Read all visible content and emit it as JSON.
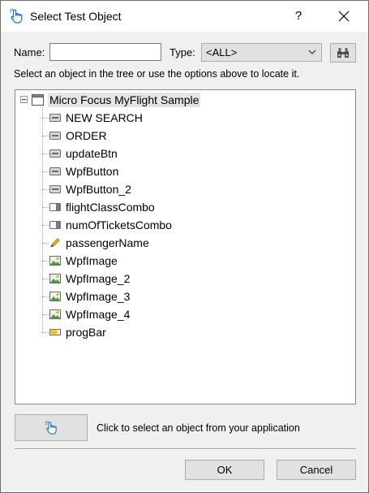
{
  "window": {
    "title": "Select Test Object",
    "help_label": "?"
  },
  "filters": {
    "name_label": "Name:",
    "name_value": "",
    "type_label": "Type:",
    "type_value": "<ALL>"
  },
  "instructions": "Select an object in the tree or use the options above to locate it.",
  "tree": {
    "root_label": "Micro Focus MyFlight Sample",
    "items": [
      {
        "label": "NEW SEARCH",
        "icon": "button-icon"
      },
      {
        "label": "ORDER",
        "icon": "button-icon"
      },
      {
        "label": "updateBtn",
        "icon": "button-icon"
      },
      {
        "label": "WpfButton",
        "icon": "button-icon"
      },
      {
        "label": "WpfButton_2",
        "icon": "button-icon"
      },
      {
        "label": "flightClassCombo",
        "icon": "combobox-icon"
      },
      {
        "label": "numOfTicketsCombo",
        "icon": "combobox-icon"
      },
      {
        "label": "passengerName",
        "icon": "pencil-icon"
      },
      {
        "label": "WpfImage",
        "icon": "image-icon"
      },
      {
        "label": "WpfImage_2",
        "icon": "image-icon"
      },
      {
        "label": "WpfImage_3",
        "icon": "image-icon"
      },
      {
        "label": "WpfImage_4",
        "icon": "image-icon"
      },
      {
        "label": "progBar",
        "icon": "progressbar-icon"
      }
    ]
  },
  "picker": {
    "description": "Click to select an object from your application"
  },
  "buttons": {
    "ok": "OK",
    "cancel": "Cancel"
  },
  "colors": {
    "accent_blue": "#3c7fb1",
    "pencil": "#e8a317",
    "progress_yellow": "#f2c200"
  }
}
